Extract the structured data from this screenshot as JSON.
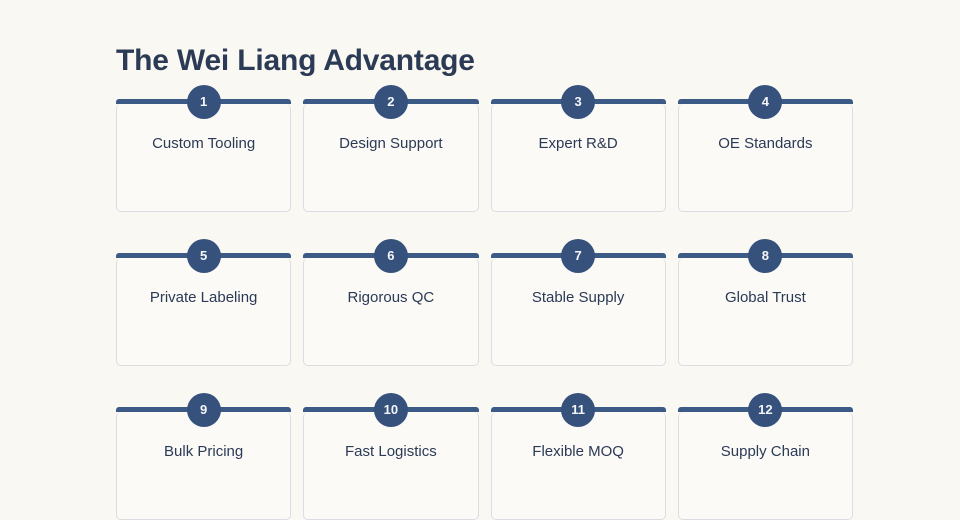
{
  "page": {
    "title": "The Wei Liang Advantage",
    "background_color": "#faf8f3",
    "accent_color": "#3c5a86",
    "badge_color": "#36527c",
    "text_color": "#2b3a55"
  },
  "cards": [
    {
      "number": "1",
      "label": "Custom Tooling"
    },
    {
      "number": "2",
      "label": "Design Support"
    },
    {
      "number": "3",
      "label": "Expert R&D"
    },
    {
      "number": "4",
      "label": "OE Standards"
    },
    {
      "number": "5",
      "label": "Private Labeling"
    },
    {
      "number": "6",
      "label": "Rigorous QC"
    },
    {
      "number": "7",
      "label": "Stable Supply"
    },
    {
      "number": "8",
      "label": "Global Trust"
    },
    {
      "number": "9",
      "label": "Bulk Pricing"
    },
    {
      "number": "10",
      "label": "Fast Logistics"
    },
    {
      "number": "11",
      "label": "Flexible MOQ"
    },
    {
      "number": "12",
      "label": "Supply Chain"
    }
  ]
}
